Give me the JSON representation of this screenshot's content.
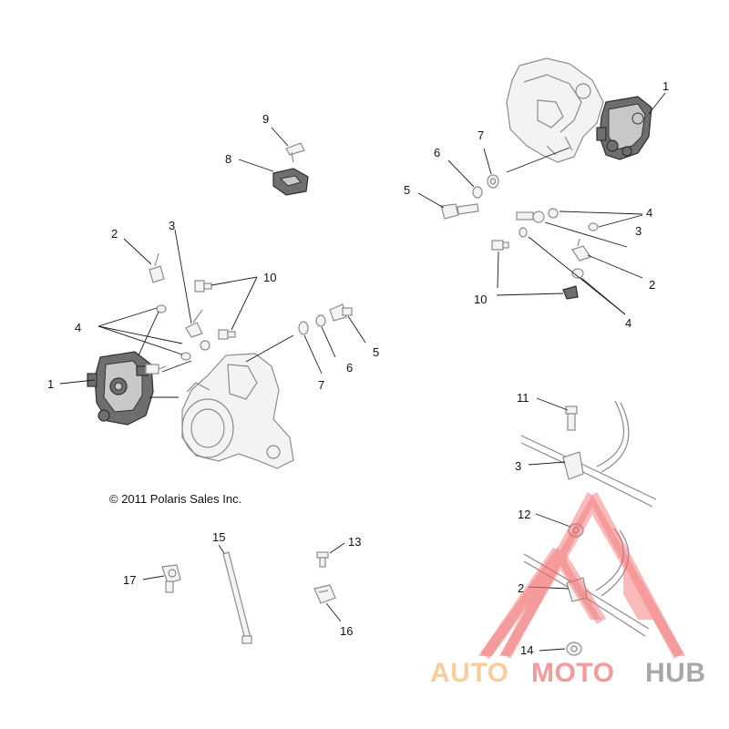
{
  "copyright": "© 2011 Polaris Sales Inc.",
  "callouts": {
    "c1": "1",
    "c2": "2",
    "c3": "3",
    "c4": "4",
    "c5": "5",
    "c6": "6",
    "c7": "7",
    "c8": "8",
    "c9": "9",
    "c10": "10",
    "c11": "11",
    "c12": "12",
    "c13": "13",
    "c14": "14",
    "c15": "15",
    "c16": "16",
    "c17": "17"
  },
  "watermark": {
    "part1": "AUTO",
    "part2": "MOTO",
    "part3": "HUB",
    "colors": {
      "auto": "#f5c58a",
      "moto": "#f08a8a",
      "hub": "#9a9a9a",
      "triangle": "#f06b6b"
    }
  }
}
